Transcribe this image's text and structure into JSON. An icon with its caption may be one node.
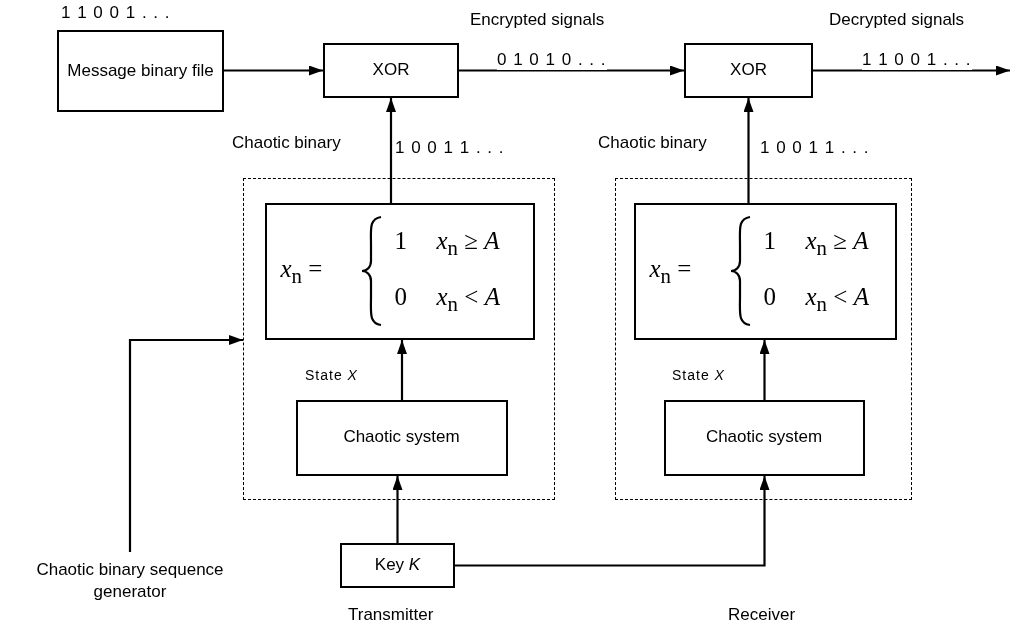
{
  "diagram": {
    "nodes": [
      {
        "text": [
          "Message binary file"
        ],
        "beside": [
          "1 1 0 0 1 . . ."
        ]
      },
      {
        "text": [
          "XOR"
        ]
      },
      {
        "text": [
          "XOR"
        ]
      },
      {
        "text": [],
        "shape": "box"
      },
      {
        "text": [
          "*x*$_{n}$ =",
          "1",
          "*x*$_{n}$ ≥ *A*",
          "0",
          "*x*$_{n}$ < *A*"
        ],
        "in": 3
      },
      {
        "text": [
          "Chaotic system"
        ],
        "in": 3
      },
      {
        "text": [],
        "shape": "box"
      },
      {
        "text": [
          "*x*$_{n}$ =",
          "1",
          "*x*$_{n}$ ≥ *A*",
          "0",
          "*x*$_{n}$ < *A*"
        ],
        "in": 6
      },
      {
        "text": [
          "Chaotic system"
        ],
        "in": 6
      },
      {
        "text": [
          "Key *K*"
        ]
      },
      {
        "text": [
          "Chaotic binary sequence generator"
        ]
      }
    ],
    "edges": [
      {
        "from": 0,
        "to": 1,
        "arrow": "to"
      },
      {
        "from": 1,
        "to": 2,
        "arrow": "to",
        "label": "0 1 0 1 0 . . ."
      },
      {
        "from": 2,
        "to": null,
        "arrow": "to",
        "label": "1 1 0 0 1 . . ."
      },
      {
        "from": 4,
        "to": 1,
        "arrow": "to",
        "label": "1 0 0 1 1 . . ."
      },
      {
        "from": 7,
        "to": 2,
        "arrow": "to",
        "label": "1 0 0 1 1 . . ."
      },
      {
        "from": 5,
        "to": 4,
        "arrow": "to",
        "label": "State *X*"
      },
      {
        "from": 8,
        "to": 7,
        "arrow": "to",
        "label": "State *X*"
      },
      {
        "from": 9,
        "to": 5,
        "arrow": "to"
      },
      {
        "from": 9,
        "to": 8,
        "arrow": "to"
      },
      {
        "from": 10,
        "to": 3,
        "arrow": "to"
      }
    ],
    "labels": [
      "Encrypted signals",
      "Decrypted signals",
      "Chaotic binary",
      "Chaotic binary",
      "Transmitter",
      "Receiver"
    ]
  }
}
